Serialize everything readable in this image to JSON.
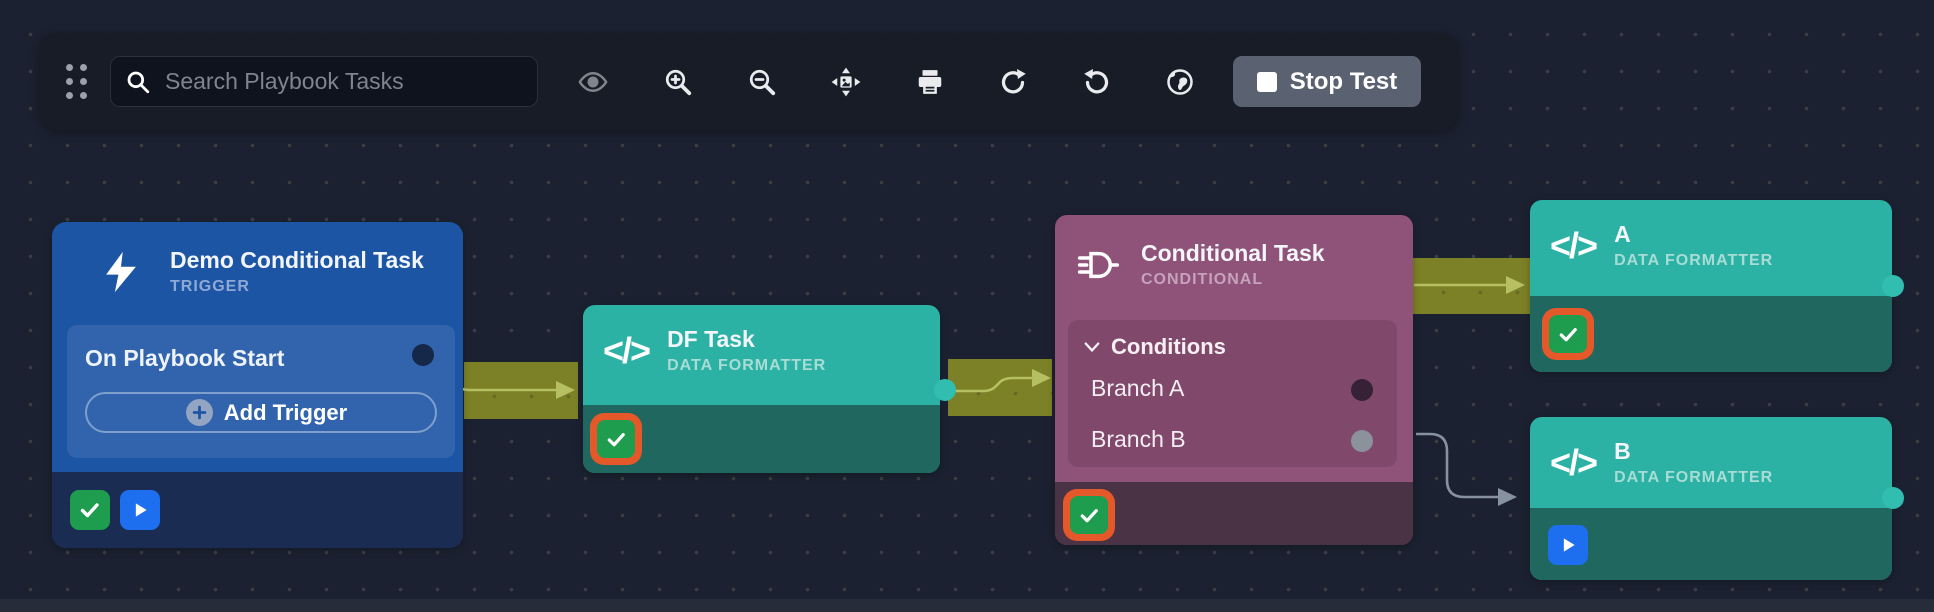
{
  "toolbar": {
    "search_placeholder": "Search Playbook Tasks",
    "stop_label": "Stop Test",
    "icon_names": [
      "drag-handle",
      "search",
      "visibility",
      "zoom-in",
      "zoom-out",
      "fit-to-view",
      "print",
      "redo",
      "undo",
      "globe",
      "stop-square"
    ]
  },
  "glyphs": {
    "code": "</>"
  },
  "nodes": {
    "trigger": {
      "title": "Demo Conditional Task",
      "type": "TRIGGER",
      "event": "On Playbook Start",
      "add_button": "Add Trigger"
    },
    "df": {
      "title": "DF Task",
      "type": "DATA FORMATTER"
    },
    "conditional": {
      "title": "Conditional Task",
      "type": "CONDITIONAL",
      "section": "Conditions",
      "branches": [
        "Branch A",
        "Branch B"
      ]
    },
    "a": {
      "title": "A",
      "type": "DATA FORMATTER"
    },
    "b": {
      "title": "B",
      "type": "DATA FORMATTER"
    }
  },
  "colors": {
    "canvas_bg": "#1b2130",
    "trigger_blue": "#1d55a5",
    "formatter_teal": "#2bb2a5",
    "conditional_purple": "#8f5278",
    "success_green": "#1e9d4e",
    "run_blue": "#1e6ef0",
    "highlight_orange": "#e4582a",
    "active_edge_olive": "#7c8026",
    "edge_gray": "#8791a0"
  }
}
